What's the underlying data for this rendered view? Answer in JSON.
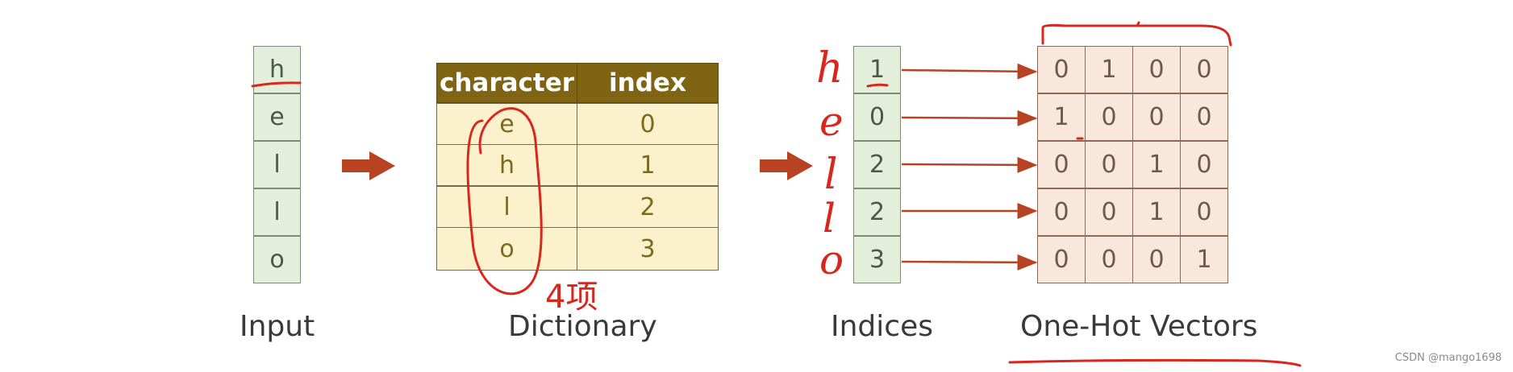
{
  "input": {
    "chars": [
      "h",
      "e",
      "l",
      "l",
      "o"
    ],
    "caption": "Input"
  },
  "dictionary": {
    "headers": [
      "character",
      "index"
    ],
    "rows": [
      {
        "character": "e",
        "index": "0"
      },
      {
        "character": "h",
        "index": "1"
      },
      {
        "character": "l",
        "index": "2"
      },
      {
        "character": "o",
        "index": "3"
      }
    ],
    "caption": "Dictionary"
  },
  "indices": {
    "values": [
      "1",
      "0",
      "2",
      "2",
      "3"
    ],
    "caption": "Indices"
  },
  "onehot": {
    "rows": [
      [
        "0",
        "1",
        "0",
        "0"
      ],
      [
        "1",
        "0",
        "0",
        "0"
      ],
      [
        "0",
        "0",
        "1",
        "0"
      ],
      [
        "0",
        "0",
        "1",
        "0"
      ],
      [
        "0",
        "0",
        "0",
        "1"
      ]
    ],
    "caption": "One-Hot Vectors"
  },
  "annotations": {
    "handwritten_letters": [
      "h",
      "e",
      "l",
      "l",
      "o"
    ],
    "handwritten_note": "4项"
  },
  "watermark": "CSDN @mango1698",
  "colors": {
    "arrow": "#b84322",
    "ink": "#d8281e",
    "dict_header": "#7f6513",
    "dict_body": "#fbf2cd",
    "green_cell": "#e3efdb",
    "peach_cell": "#fae7db"
  }
}
